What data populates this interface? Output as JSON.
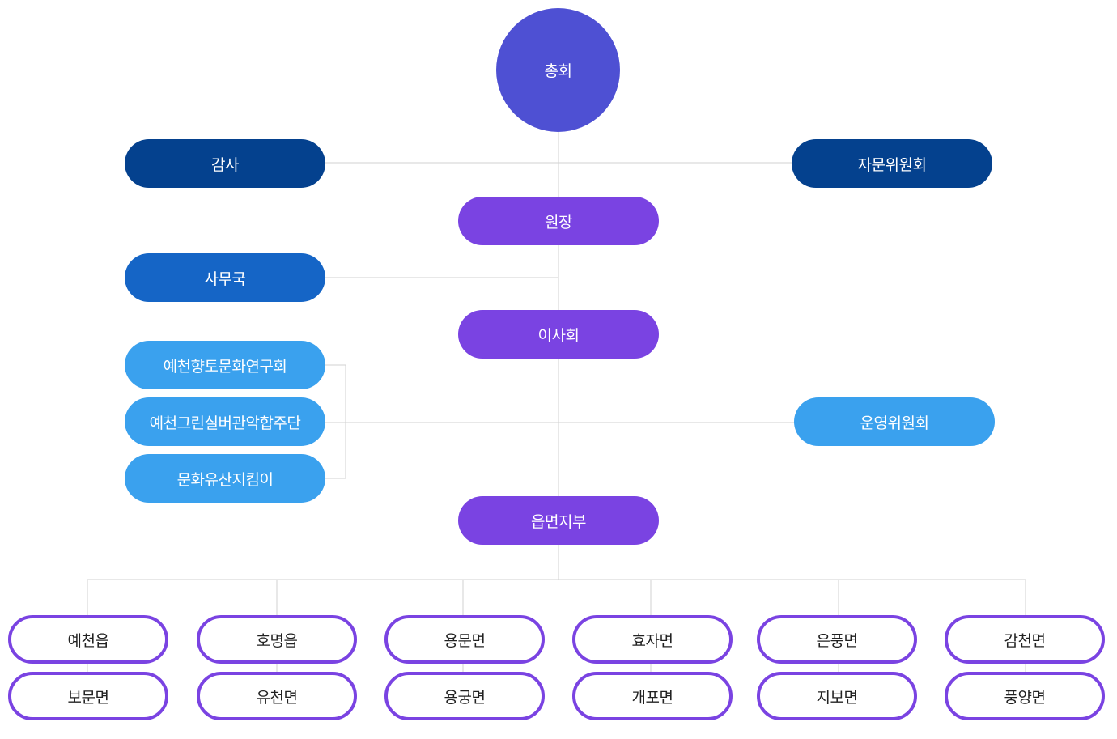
{
  "colors": {
    "top": "#4e50d3",
    "dark_blue": "#04418e",
    "mid_blue": "#1565c6",
    "light_blue": "#3aa1ee",
    "purple": "#7a43e2",
    "line": "#d2d2d2"
  },
  "general_assembly": "총회",
  "audit": "감사",
  "advisory_committee": "자문위원회",
  "director": "원장",
  "secretariat": "사무국",
  "board": "이사회",
  "research_groups": [
    "예천향토문화연구회",
    "예천그린실버관악합주단",
    "문화유산지킴이"
  ],
  "operating_committee": "운영위원회",
  "branches_head": "읍면지부",
  "branches_top": [
    "예천읍",
    "호명읍",
    "용문면",
    "효자면",
    "은풍면",
    "감천면"
  ],
  "branches_bottom": [
    "보문면",
    "유천면",
    "용궁면",
    "개포면",
    "지보면",
    "풍양면"
  ]
}
